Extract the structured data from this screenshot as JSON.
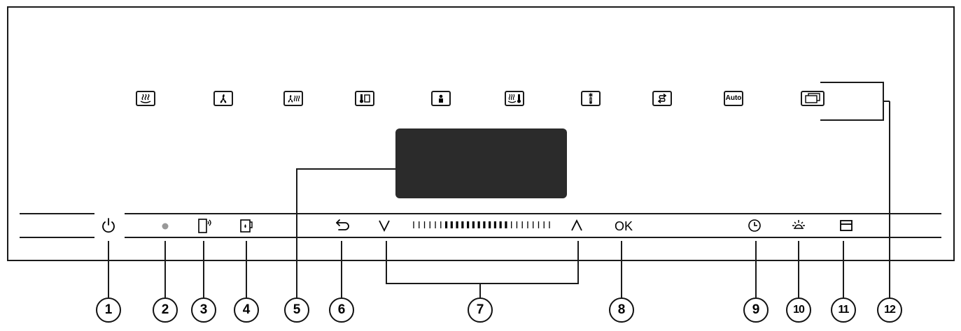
{
  "mode_buttons": [
    {
      "name": "top-bottom-heat",
      "icon": "top-bottom-heat-icon"
    },
    {
      "name": "fan",
      "icon": "fan-icon"
    },
    {
      "name": "fan-heat",
      "icon": "fan-heat-icon"
    },
    {
      "name": "grill",
      "icon": "grill-icon"
    },
    {
      "name": "person",
      "icon": "person-icon"
    },
    {
      "name": "heat-thermometer",
      "icon": "heat-thermometer-icon"
    },
    {
      "name": "defrost",
      "icon": "defrost-icon"
    },
    {
      "name": "rotate",
      "icon": "rotate-icon"
    },
    {
      "name": "auto",
      "label": "Auto"
    },
    {
      "name": "more-modes",
      "icon": "windows-icon"
    }
  ],
  "controls": {
    "power_icon": "power-icon",
    "indicator_icon": "status-dot-icon",
    "phone_icon": "phone-signal-icon",
    "cup_icon": "water-tank-icon",
    "back_icon": "back-arrow-icon",
    "down_icon": "chevron-down-icon",
    "up_icon": "chevron-up-icon",
    "ok_label": "OK",
    "timer_icon": "clock-icon",
    "light_icon": "light-icon",
    "tray_icon": "tray-icon"
  },
  "callouts": [
    "1",
    "2",
    "3",
    "4",
    "5",
    "6",
    "7",
    "8",
    "9",
    "10",
    "11",
    "12"
  ],
  "colors": {
    "display": "#2b2b2b",
    "line": "#1a1a1a"
  }
}
